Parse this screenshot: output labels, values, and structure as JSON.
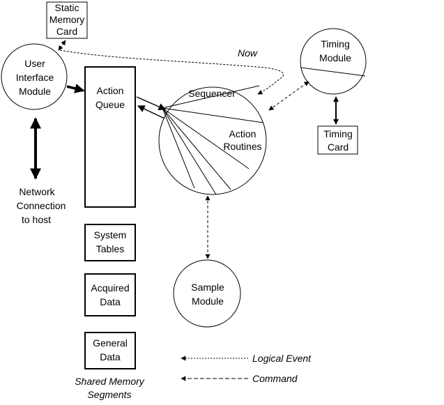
{
  "nodes": {
    "static_memory_card": [
      "Static",
      "Memory",
      "Card"
    ],
    "user_interface_module": [
      "User",
      "Interface",
      "Module"
    ],
    "action_queue": [
      "Action",
      "Queue"
    ],
    "system_tables": [
      "System",
      "Tables"
    ],
    "acquired_data": [
      "Acquired",
      "Data"
    ],
    "general_data": [
      "General",
      "Data"
    ],
    "sequencer": "Sequencer",
    "action_routines": [
      "Action",
      "Routines"
    ],
    "timing_module": [
      "Timing",
      "Module"
    ],
    "timing_card": [
      "Timing",
      "Card"
    ],
    "sample_module": [
      "Sample",
      "Module"
    ],
    "network_connection": [
      "Network",
      "Connection",
      "to host"
    ]
  },
  "labels": {
    "now": "Now",
    "shared_memory_segments": [
      "Shared Memory",
      "Segments"
    ]
  },
  "legend": {
    "logical_event": "Logical Event",
    "command": "Command"
  }
}
